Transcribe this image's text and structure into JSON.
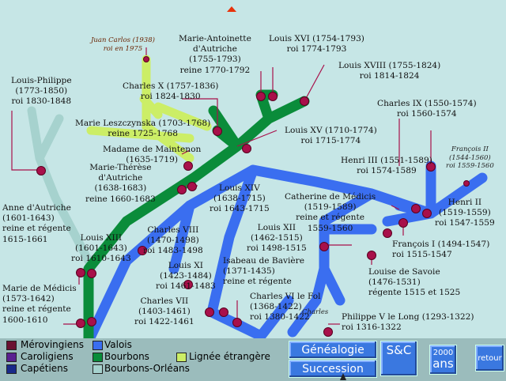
{
  "colors": {
    "bourbons": "#0a8c3a",
    "valois": "#3a6ef0",
    "bourbons_orleans": "#a6d2ce",
    "lignee_etrangere": "#ccee66",
    "node": "#a8104a",
    "background": "#c6e6e6",
    "bottom_bar": "#9bbcbc"
  },
  "people": {
    "juan_carlos": "Juan Carlos (1938)\nroi en 1975",
    "marie_antoinette": "Marie-Antoinette\nd'Autriche\n(1755-1793)\nreine 1770-1792",
    "louis_xvi": "Louis XVI (1754-1793)\nroi 1774-1793",
    "louis_xviii": "Louis XVIII (1755-1824)\nroi 1814-1824",
    "louis_philippe": "Louis-Philippe\n(1773-1850)\nroi 1830-1848",
    "charles_x": "Charles X (1757-1836)\nroi 1824-1830",
    "charles_ix": "Charles IX (1550-1574)\nroi 1560-1574",
    "marie_leszczynska": "Marie Leszczynska (1703-1768)\nreine 1725-1768",
    "louis_xv": "Louis XV (1710-1774)\nroi 1715-1774",
    "francois_ii": "François II\n(1544-1560)\nroi 1559-1560",
    "madame_de_maintenon": "Madame de Maintenon\n(1635-1719)",
    "henri_iii": "Henri III (1551-1589)\nroi 1574-1589",
    "marie_therese": "Marie-Thérèse\nd'Autriche\n(1638-1683)\nreine 1660-1683",
    "louis_xiv": "Louis XIV\n(1638-1715)\nroi 1643-1715",
    "catherine_de_medicis": "Catherine de Médicis\n(1519-1589)\nreine et régente\n1559-1560",
    "henri_ii": "Henri II\n(1519-1559)\nroi 1547-1559",
    "anne_d_autriche": "Anne d'Autriche\n(1601-1643)\nreine et régente\n1615-1661",
    "charles_viii": "Charles VIII\n(1470-1498)\nroi 1483-1498",
    "louis_xii": "Louis XII\n(1462-1515)\nroi 1498-1515",
    "francois_i": "François I (1494-1547)\nroi 1515-1547",
    "louis_xiii": "Louis XIII\n(1601-1643)\nroi 1610-1643",
    "louis_xi": "Louis XI\n(1423-1484)\nroi 1461-1483",
    "isabeau_de_baviere": "Isabeau de Bavière\n(1371-1435)\nreine et régente",
    "louise_de_savoie": "Louise de Savoie\n(1476-1531)\nrégente 1515 et 1525",
    "marie_de_medicis": "Marie de Médicis\n(1573-1642)\nreine et régente\n1600-1610",
    "charles_vii": "Charles VII\n(1403-1461)\nroi 1422-1461",
    "charles_vi": "Charles VI le Fol\n(1368-1422)\nroi 1380-1422",
    "philippe_v": "Philippe V le Long (1293-1322)\nroi 1316-1322",
    "charles_partial": "Charles"
  },
  "legend": {
    "merovingiens": "Mérovingiens",
    "valois": "Valois",
    "carolingiens": "Caroligiens",
    "bourbons": "Bourbons",
    "lignee": "Lignée étrangère",
    "capetiens": "Capétiens",
    "bourbons_orleans": "Bourbons-Orléans"
  },
  "buttons": {
    "genealogie": "Généalogie",
    "succession": "Succession",
    "sc": "S&C",
    "ans_top": "2000",
    "ans": "ans",
    "retour": "retour"
  }
}
